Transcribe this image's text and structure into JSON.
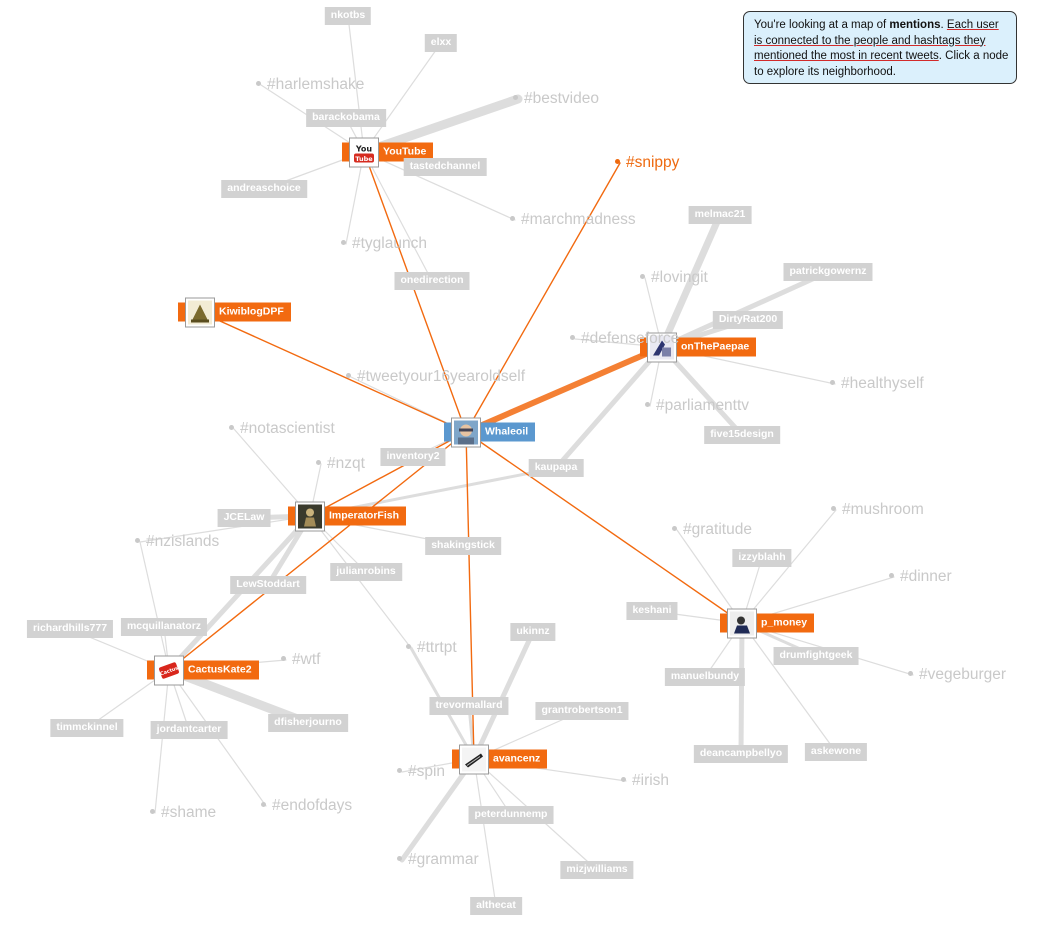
{
  "info": {
    "before": "You're looking at a map of ",
    "bold": "mentions",
    "dot": ". ",
    "underlined": "Each user is connected to the people and hashtags they mentioned the most in recent tweets",
    "after": ".  Click a node to explore its neighborhood."
  },
  "colors": {
    "primary_edge": "#f26a10",
    "secondary_edge": "#dddddd",
    "featured_label": "#f26a10",
    "center_label": "#5b98cf",
    "plain_label": "#d2d2d2",
    "hashtag_text": "#c9c9c9"
  },
  "nodes": {
    "whaleoil": {
      "label": "Whaleoil",
      "kind": "featured",
      "role": "center",
      "icon": "whale-avatar-icon"
    },
    "youtube": {
      "label": "YouTube",
      "kind": "featured",
      "icon": "youtube-logo-icon"
    },
    "kiwiblogdpf": {
      "label": "KiwiblogDPF",
      "kind": "featured",
      "icon": "kiwiblog-avatar-icon"
    },
    "onthepaepae": {
      "label": "onThePaepae",
      "kind": "featured",
      "icon": "paepae-avatar-icon"
    },
    "imperatorfish": {
      "label": "ImperatorFish",
      "kind": "featured",
      "icon": "statue-avatar-icon"
    },
    "cactuskate2": {
      "label": "CactusKate2",
      "kind": "featured",
      "icon": "cactus-avatar-icon"
    },
    "p_money": {
      "label": "p_money",
      "kind": "featured",
      "icon": "pmoney-avatar-icon"
    },
    "avancenz": {
      "label": "avancenz",
      "kind": "featured",
      "icon": "avance-avatar-icon"
    },
    "nkotbs": {
      "label": "nkotbs",
      "kind": "user"
    },
    "elxx": {
      "label": "elxx",
      "kind": "user"
    },
    "barackobama": {
      "label": "barackobama",
      "kind": "user"
    },
    "tastedchannel": {
      "label": "tastedchannel",
      "kind": "user"
    },
    "andreaschoice": {
      "label": "andreaschoice",
      "kind": "user"
    },
    "onedirection": {
      "label": "onedirection",
      "kind": "user"
    },
    "melmac21": {
      "label": "melmac21",
      "kind": "user"
    },
    "patrickgowernz": {
      "label": "patrickgowernz",
      "kind": "user"
    },
    "dirtyrat200": {
      "label": "DirtyRat200",
      "kind": "user"
    },
    "five15design": {
      "label": "five15design",
      "kind": "user"
    },
    "inventory2": {
      "label": "inventory2",
      "kind": "user"
    },
    "kaupapa": {
      "label": "kaupapa",
      "kind": "user"
    },
    "jcelaw": {
      "label": "JCELaw",
      "kind": "user"
    },
    "shakingstick": {
      "label": "shakingstick",
      "kind": "user"
    },
    "julianrobins": {
      "label": "julianrobins",
      "kind": "user"
    },
    "lewstoddart": {
      "label": "LewStoddart",
      "kind": "user"
    },
    "richardhills777": {
      "label": "richardhills777",
      "kind": "user"
    },
    "mcquillanatorz": {
      "label": "mcquillanatorz",
      "kind": "user"
    },
    "timmckinnel": {
      "label": "timmckinnel",
      "kind": "user"
    },
    "jordantcarter": {
      "label": "jordantcarter",
      "kind": "user"
    },
    "dfisherjourno": {
      "label": "dfisherjourno",
      "kind": "user"
    },
    "izzyblahh": {
      "label": "izzyblahh",
      "kind": "user"
    },
    "keshani": {
      "label": "keshani",
      "kind": "user"
    },
    "drumfightgeek": {
      "label": "drumfightgeek",
      "kind": "user"
    },
    "manuelbundy": {
      "label": "manuelbundy",
      "kind": "user"
    },
    "deancampbellyo": {
      "label": "deancampbellyo",
      "kind": "user"
    },
    "askewone": {
      "label": "askewone",
      "kind": "user"
    },
    "ukinnz": {
      "label": "ukinnz",
      "kind": "user"
    },
    "trevormallard": {
      "label": "trevormallard",
      "kind": "user"
    },
    "grantrobertson1": {
      "label": "grantrobertson1",
      "kind": "user"
    },
    "peterdunnemp": {
      "label": "peterdunnemp",
      "kind": "user"
    },
    "mizjwilliams": {
      "label": "mizjwilliams",
      "kind": "user"
    },
    "althecat": {
      "label": "althecat",
      "kind": "user"
    },
    "harlemshake": {
      "label": "#harlemshake",
      "kind": "tag"
    },
    "bestvideo": {
      "label": "#bestvideo",
      "kind": "tag"
    },
    "snippy": {
      "label": "#snippy",
      "kind": "tag",
      "role": "hot"
    },
    "marchmadness": {
      "label": "#marchmadness",
      "kind": "tag"
    },
    "tyglaunch": {
      "label": "#tyglaunch",
      "kind": "tag"
    },
    "lovingit": {
      "label": "#lovingit",
      "kind": "tag"
    },
    "defenseforce": {
      "label": "#defenseforce",
      "kind": "tag"
    },
    "healthyself": {
      "label": "#healthyself",
      "kind": "tag"
    },
    "parliamenttv": {
      "label": "#parliamenttv",
      "kind": "tag"
    },
    "tweetyour16": {
      "label": "#tweetyour16yearoldself",
      "kind": "tag"
    },
    "notascientist": {
      "label": "#notascientist",
      "kind": "tag"
    },
    "nzqt": {
      "label": "#nzqt",
      "kind": "tag"
    },
    "nzislands": {
      "label": "#nzislands",
      "kind": "tag"
    },
    "gratitude": {
      "label": "#gratitude",
      "kind": "tag"
    },
    "mushroom": {
      "label": "#mushroom",
      "kind": "tag"
    },
    "dinner": {
      "label": "#dinner",
      "kind": "tag"
    },
    "vegeburger": {
      "label": "#vegeburger",
      "kind": "tag"
    },
    "wtf": {
      "label": "#wtf",
      "kind": "tag"
    },
    "ttrtpt": {
      "label": "#ttrtpt",
      "kind": "tag"
    },
    "shame": {
      "label": "#shame",
      "kind": "tag"
    },
    "endofdays": {
      "label": "#endofdays",
      "kind": "tag"
    },
    "spin": {
      "label": "#spin",
      "kind": "tag"
    },
    "irish": {
      "label": "#irish",
      "kind": "tag"
    },
    "grammar": {
      "label": "#grammar",
      "kind": "tag"
    }
  },
  "edges": [
    {
      "from": "whaleoil",
      "to": "onthepaepae",
      "strength": 5,
      "primary": true
    },
    {
      "from": "whaleoil",
      "to": "youtube",
      "strength": 1,
      "primary": true
    },
    {
      "from": "whaleoil",
      "to": "kiwiblogdpf",
      "strength": 1,
      "primary": true
    },
    {
      "from": "whaleoil",
      "to": "snippy",
      "strength": 1,
      "primary": true
    },
    {
      "from": "whaleoil",
      "to": "imperatorfish",
      "strength": 1,
      "primary": true
    },
    {
      "from": "whaleoil",
      "to": "cactuskate2",
      "strength": 1,
      "primary": true
    },
    {
      "from": "whaleoil",
      "to": "p_money",
      "strength": 1,
      "primary": true
    },
    {
      "from": "whaleoil",
      "to": "avancenz",
      "strength": 1,
      "primary": true
    },
    {
      "from": "youtube",
      "to": "bestvideo",
      "strength": 5,
      "primary": false
    },
    {
      "from": "youtube",
      "to": "nkotbs",
      "strength": 1,
      "primary": false
    },
    {
      "from": "youtube",
      "to": "elxx",
      "strength": 1,
      "primary": false
    },
    {
      "from": "youtube",
      "to": "harlemshake",
      "strength": 1,
      "primary": false
    },
    {
      "from": "youtube",
      "to": "barackobama",
      "strength": 1,
      "primary": false
    },
    {
      "from": "youtube",
      "to": "tastedchannel",
      "strength": 1,
      "primary": false
    },
    {
      "from": "youtube",
      "to": "andreaschoice",
      "strength": 1,
      "primary": false
    },
    {
      "from": "youtube",
      "to": "marchmadness",
      "strength": 1,
      "primary": false
    },
    {
      "from": "youtube",
      "to": "tyglaunch",
      "strength": 1,
      "primary": false
    },
    {
      "from": "youtube",
      "to": "onedirection",
      "strength": 1,
      "primary": false
    },
    {
      "from": "onthepaepae",
      "to": "melmac21",
      "strength": 4,
      "primary": false
    },
    {
      "from": "onthepaepae",
      "to": "patrickgowernz",
      "strength": 3,
      "primary": false
    },
    {
      "from": "onthepaepae",
      "to": "dirtyrat200",
      "strength": 3,
      "primary": false
    },
    {
      "from": "onthepaepae",
      "to": "lovingit",
      "strength": 1,
      "primary": false
    },
    {
      "from": "onthepaepae",
      "to": "defenseforce",
      "strength": 1,
      "primary": false
    },
    {
      "from": "onthepaepae",
      "to": "healthyself",
      "strength": 1,
      "primary": false
    },
    {
      "from": "onthepaepae",
      "to": "parliamenttv",
      "strength": 1,
      "primary": false
    },
    {
      "from": "onthepaepae",
      "to": "five15design",
      "strength": 3,
      "primary": false
    },
    {
      "from": "onthepaepae",
      "to": "kaupapa",
      "strength": 3,
      "primary": false
    },
    {
      "from": "whaleoil",
      "to": "tweetyour16",
      "strength": 1,
      "primary": false
    },
    {
      "from": "whaleoil",
      "to": "inventory2",
      "strength": 1,
      "primary": false
    },
    {
      "from": "imperatorfish",
      "to": "kaupapa",
      "strength": 2,
      "primary": false
    },
    {
      "from": "imperatorfish",
      "to": "jcelaw",
      "strength": 3,
      "primary": false
    },
    {
      "from": "imperatorfish",
      "to": "shakingstick",
      "strength": 1,
      "primary": false
    },
    {
      "from": "imperatorfish",
      "to": "julianrobins",
      "strength": 1,
      "primary": false
    },
    {
      "from": "imperatorfish",
      "to": "notascientist",
      "strength": 1,
      "primary": false
    },
    {
      "from": "imperatorfish",
      "to": "nzqt",
      "strength": 1,
      "primary": false
    },
    {
      "from": "imperatorfish",
      "to": "lewstoddart",
      "strength": 3,
      "primary": false
    },
    {
      "from": "imperatorfish",
      "to": "cactuskate2",
      "strength": 3,
      "primary": false
    },
    {
      "from": "imperatorfish",
      "to": "ttrtpt",
      "strength": 1,
      "primary": false
    },
    {
      "from": "imperatorfish",
      "to": "nzislands",
      "strength": 1,
      "primary": false
    },
    {
      "from": "cactuskate2",
      "to": "dfisherjourno",
      "strength": 5,
      "primary": false
    },
    {
      "from": "cactuskate2",
      "to": "richardhills777",
      "strength": 1,
      "primary": false
    },
    {
      "from": "cactuskate2",
      "to": "mcquillanatorz",
      "strength": 1,
      "primary": false
    },
    {
      "from": "cactuskate2",
      "to": "timmckinnel",
      "strength": 1,
      "primary": false
    },
    {
      "from": "cactuskate2",
      "to": "jordantcarter",
      "strength": 1,
      "primary": false
    },
    {
      "from": "cactuskate2",
      "to": "wtf",
      "strength": 1,
      "primary": false
    },
    {
      "from": "cactuskate2",
      "to": "shame",
      "strength": 1,
      "primary": false
    },
    {
      "from": "cactuskate2",
      "to": "endofdays",
      "strength": 1,
      "primary": false
    },
    {
      "from": "cactuskate2",
      "to": "nzislands",
      "strength": 1,
      "primary": false
    },
    {
      "from": "p_money",
      "to": "izzyblahh",
      "strength": 1,
      "primary": false
    },
    {
      "from": "p_money",
      "to": "keshani",
      "strength": 1,
      "primary": false
    },
    {
      "from": "p_money",
      "to": "gratitude",
      "strength": 1,
      "primary": false
    },
    {
      "from": "p_money",
      "to": "mushroom",
      "strength": 1,
      "primary": false
    },
    {
      "from": "p_money",
      "to": "dinner",
      "strength": 1,
      "primary": false
    },
    {
      "from": "p_money",
      "to": "vegeburger",
      "strength": 1,
      "primary": false
    },
    {
      "from": "p_money",
      "to": "drumfightgeek",
      "strength": 2,
      "primary": false
    },
    {
      "from": "p_money",
      "to": "manuelbundy",
      "strength": 1,
      "primary": false
    },
    {
      "from": "p_money",
      "to": "deancampbellyo",
      "strength": 3,
      "primary": false
    },
    {
      "from": "p_money",
      "to": "askewone",
      "strength": 1,
      "primary": false
    },
    {
      "from": "avancenz",
      "to": "ukinnz",
      "strength": 3,
      "primary": false
    },
    {
      "from": "avancenz",
      "to": "trevormallard",
      "strength": 2,
      "primary": false
    },
    {
      "from": "avancenz",
      "to": "grantrobertson1",
      "strength": 1,
      "primary": false
    },
    {
      "from": "avancenz",
      "to": "ttrtpt",
      "strength": 2,
      "primary": false
    },
    {
      "from": "avancenz",
      "to": "spin",
      "strength": 1,
      "primary": false
    },
    {
      "from": "avancenz",
      "to": "irish",
      "strength": 1,
      "primary": false
    },
    {
      "from": "avancenz",
      "to": "peterdunnemp",
      "strength": 1,
      "primary": false
    },
    {
      "from": "avancenz",
      "to": "mizjwilliams",
      "strength": 1,
      "primary": false
    },
    {
      "from": "avancenz",
      "to": "grammar",
      "strength": 3,
      "primary": false
    },
    {
      "from": "avancenz",
      "to": "althecat",
      "strength": 1,
      "primary": false
    }
  ]
}
